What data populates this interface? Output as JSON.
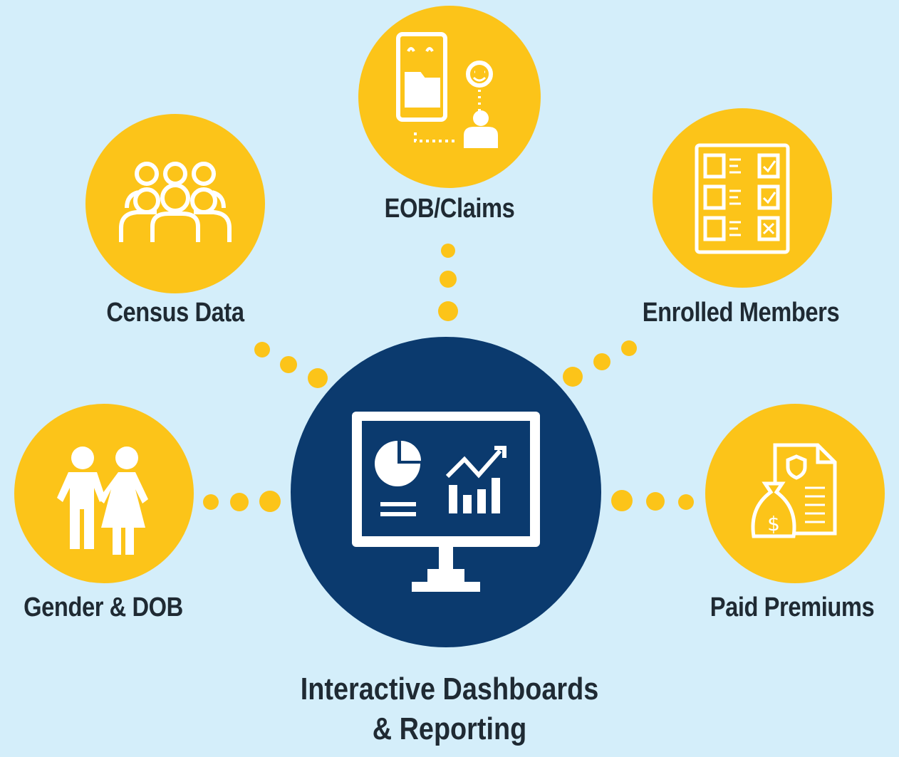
{
  "nodes": {
    "census": {
      "label": "Census Data",
      "icon": "group-people-icon"
    },
    "eob": {
      "label": "EOB/Claims",
      "icon": "mobile-claim-user-icon"
    },
    "enrolled": {
      "label": "Enrolled Members",
      "icon": "member-checklist-icon"
    },
    "gender": {
      "label": "Gender & DOB",
      "icon": "man-woman-icon"
    },
    "premiums": {
      "label": "Paid Premiums",
      "icon": "money-bag-document-icon"
    }
  },
  "hub": {
    "line1": "Interactive Dashboards",
    "line2": "& Reporting",
    "icon": "monitor-dashboard-icon"
  },
  "colors": {
    "background": "#d4eefa",
    "node": "#fcc419",
    "hub": "#0b3a6e",
    "text": "#1f2a33"
  }
}
